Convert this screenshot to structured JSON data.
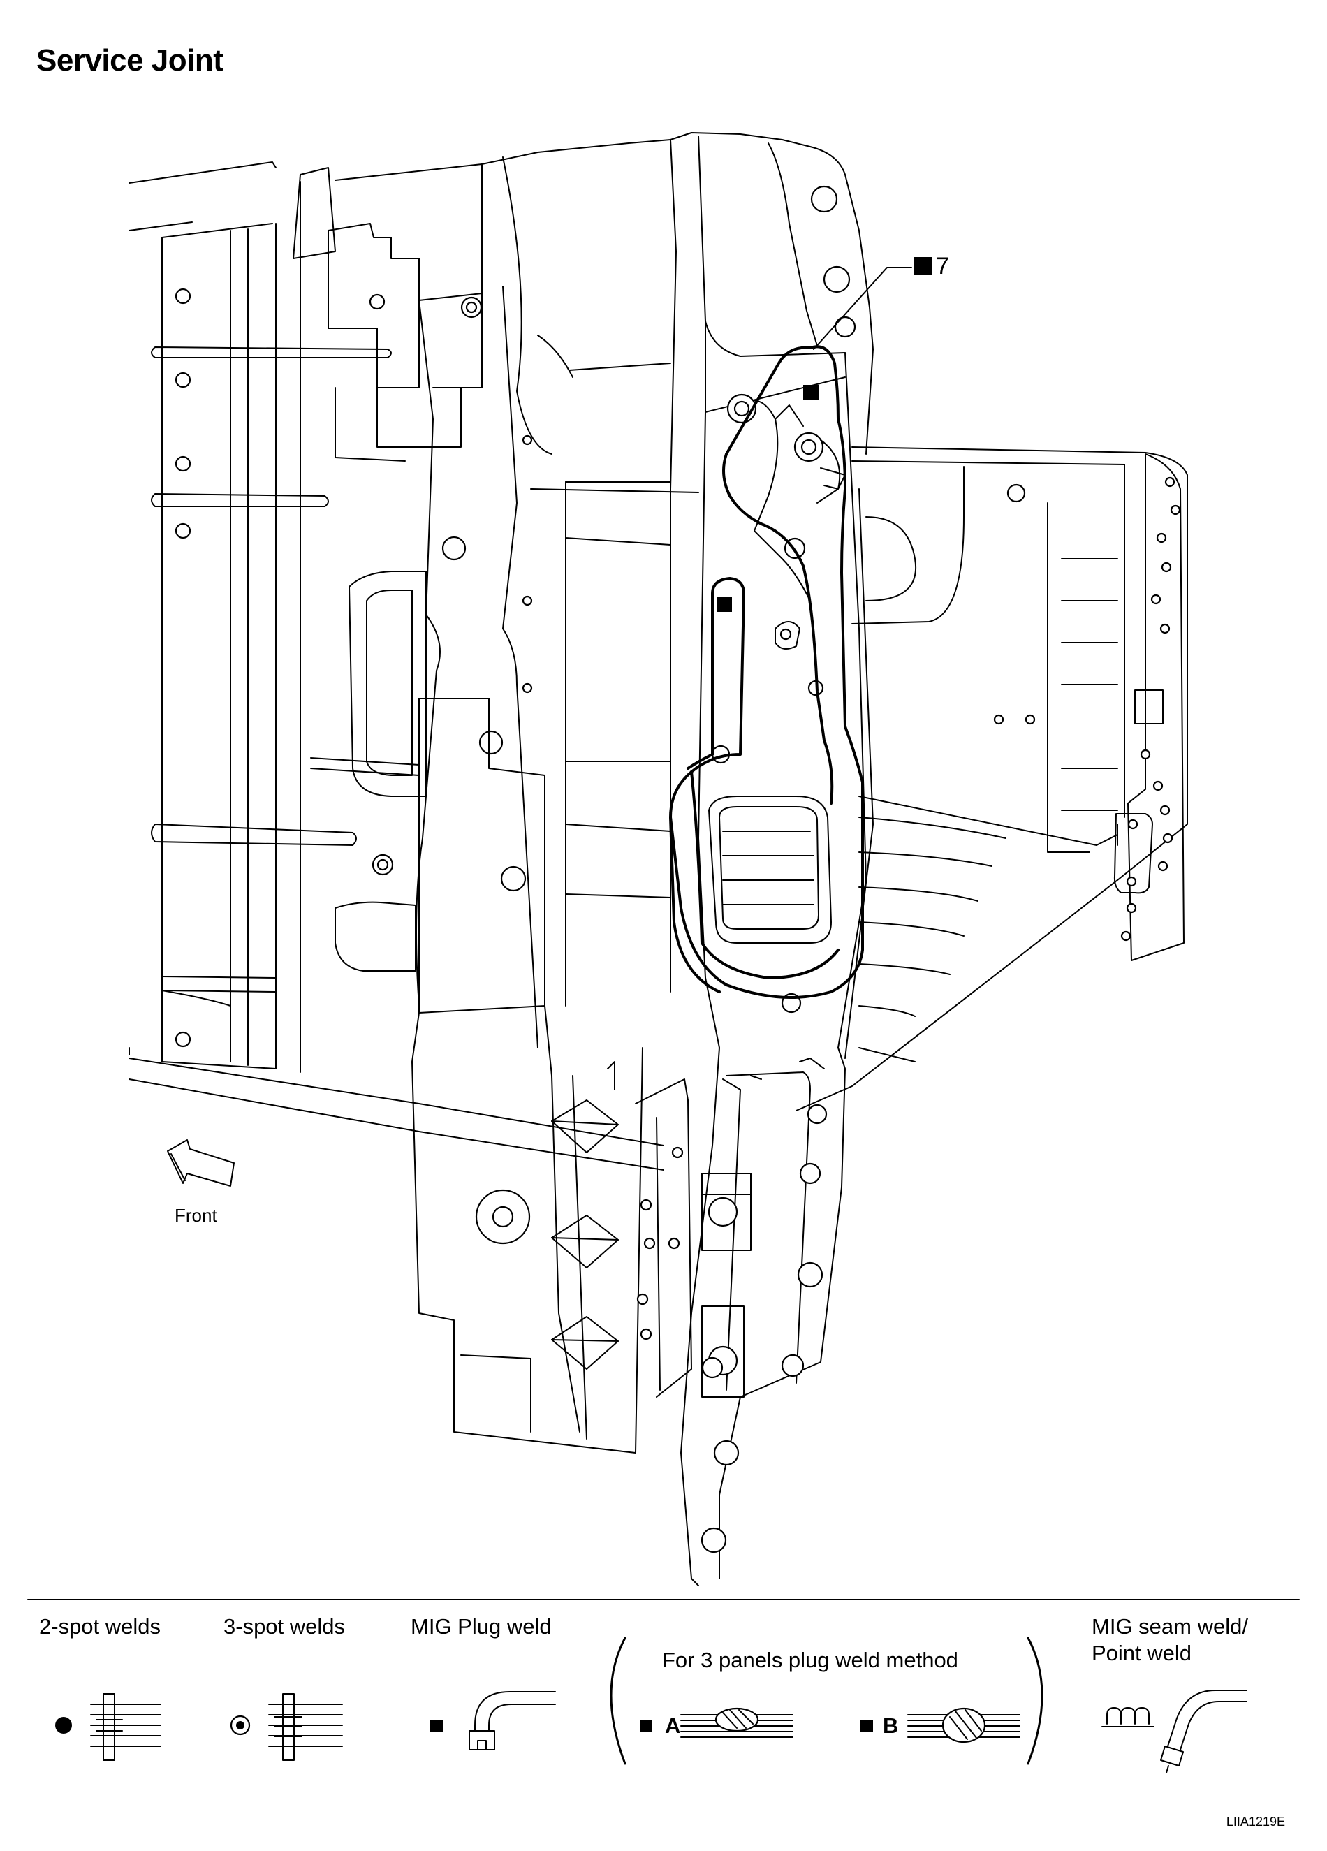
{
  "title": "Service Joint",
  "callout": {
    "marker": "■",
    "number": "7"
  },
  "front_label": "Front",
  "legend": {
    "two_spot": "2-spot welds",
    "three_spot": "3-spot welds",
    "mig_plug": "MIG Plug weld",
    "three_panel": "For 3 panels plug weld method",
    "method_a": "A",
    "method_b": "B",
    "seam_weld_line1": "MIG seam weld/",
    "seam_weld_line2": "Point weld"
  },
  "figure_code": "LIIA1219E"
}
